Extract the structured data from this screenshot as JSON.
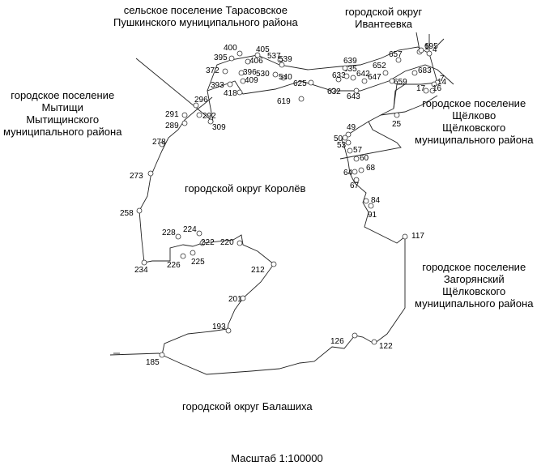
{
  "regions": {
    "tarasovskoe": [
      "сельское поселение Тарасовское",
      "Пушкинского муниципального района"
    ],
    "ivanteevka": [
      "городской округ",
      "Ивантеевка"
    ],
    "mytishchi": [
      "городское поселение",
      "Мытищи",
      "Мытищинского",
      "муниципального района"
    ],
    "shchyolkovo": [
      "городское поселение",
      "Щёлково",
      "Щёлковского",
      "муниципального района"
    ],
    "korolyov": [
      "городской округ Королёв"
    ],
    "zagoryansky": [
      "городское поселение",
      "Загорянский",
      "Щёлковского",
      "муниципального района"
    ],
    "balashikha": [
      "городской округ Балашиха"
    ]
  },
  "scale": "Масштаб 1:100000",
  "points": [
    {
      "id": "1",
      "label": "1"
    },
    {
      "id": "4",
      "label": "4"
    },
    {
      "id": "7",
      "label": "7"
    },
    {
      "id": "14",
      "label": "14"
    },
    {
      "id": "16",
      "label": "16"
    },
    {
      "id": "17",
      "label": "17"
    },
    {
      "id": "25",
      "label": "25"
    },
    {
      "id": "49",
      "label": "49"
    },
    {
      "id": "50",
      "label": "50"
    },
    {
      "id": "53",
      "label": "53"
    },
    {
      "id": "57",
      "label": "57"
    },
    {
      "id": "60",
      "label": "60"
    },
    {
      "id": "64",
      "label": "64"
    },
    {
      "id": "67",
      "label": "67"
    },
    {
      "id": "68",
      "label": "68"
    },
    {
      "id": "84",
      "label": "84"
    },
    {
      "id": "91",
      "label": "91"
    },
    {
      "id": "117",
      "label": "117"
    },
    {
      "id": "122",
      "label": "122"
    },
    {
      "id": "126",
      "label": "126"
    },
    {
      "id": "185",
      "label": "185"
    },
    {
      "id": "193",
      "label": "193"
    },
    {
      "id": "201",
      "label": "201"
    },
    {
      "id": "212",
      "label": "212"
    },
    {
      "id": "220",
      "label": "220"
    },
    {
      "id": "222",
      "label": "222"
    },
    {
      "id": "224",
      "label": "224"
    },
    {
      "id": "225",
      "label": "225"
    },
    {
      "id": "226",
      "label": "226"
    },
    {
      "id": "228",
      "label": "228"
    },
    {
      "id": "234",
      "label": "234"
    },
    {
      "id": "258",
      "label": "258"
    },
    {
      "id": "273",
      "label": "273"
    },
    {
      "id": "278",
      "label": "278"
    },
    {
      "id": "289",
      "label": "289"
    },
    {
      "id": "291",
      "label": "291"
    },
    {
      "id": "292",
      "label": "292"
    },
    {
      "id": "296",
      "label": "296"
    },
    {
      "id": "309",
      "label": "309"
    },
    {
      "id": "372",
      "label": "372"
    },
    {
      "id": "393",
      "label": "393"
    },
    {
      "id": "395",
      "label": "395"
    },
    {
      "id": "396",
      "label": "396"
    },
    {
      "id": "400",
      "label": "400"
    },
    {
      "id": "405",
      "label": "405"
    },
    {
      "id": "406",
      "label": "406"
    },
    {
      "id": "409",
      "label": "409"
    },
    {
      "id": "418",
      "label": "418"
    },
    {
      "id": "530",
      "label": "530"
    },
    {
      "id": "537",
      "label": "537"
    },
    {
      "id": "539",
      "label": "539"
    },
    {
      "id": "540",
      "label": "540"
    },
    {
      "id": "619",
      "label": "619"
    },
    {
      "id": "625",
      "label": "625"
    },
    {
      "id": "632",
      "label": "632"
    },
    {
      "id": "633",
      "label": "633"
    },
    {
      "id": "635",
      "label": "635"
    },
    {
      "id": "639",
      "label": "639"
    },
    {
      "id": "642",
      "label": "642"
    },
    {
      "id": "643",
      "label": "643"
    },
    {
      "id": "647",
      "label": "647"
    },
    {
      "id": "652",
      "label": "652"
    },
    {
      "id": "657",
      "label": "657"
    },
    {
      "id": "659",
      "label": "659"
    },
    {
      "id": "683",
      "label": "683"
    },
    {
      "id": "695",
      "label": "695"
    }
  ]
}
